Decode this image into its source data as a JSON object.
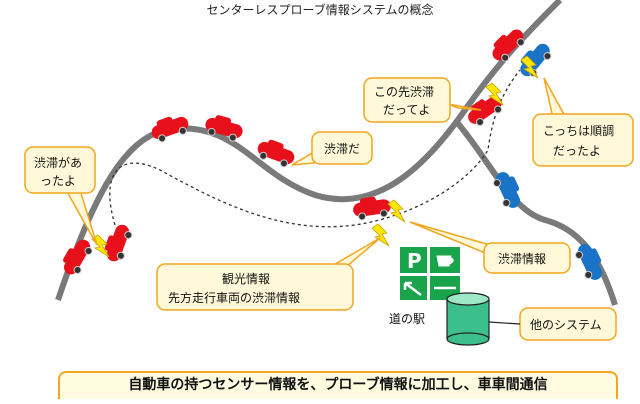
{
  "title": "センターレスプローブ情報システムの概念",
  "bubbles": {
    "jutai_atta_1": "渋滞があ",
    "jutai_atta_2": "ったよ",
    "jutai_da": "渋滞だ",
    "kono_saki_1": "この先渋滞",
    "kono_saki_2": "だってよ",
    "kocchi_1": "こっちは順調",
    "kocchi_2": "だったよ",
    "kanko_1": "観光情報",
    "kanko_2": "先方走行車両の渋滞情報",
    "jutai_joho": "渋滞情報",
    "hoka_system": "他のシステム"
  },
  "michi_no_eki": "道の駅",
  "footer": "自動車の持つセンサー情報を、プローブ情報に加工し、車車間通信",
  "colors": {
    "road": "#7a7a7a",
    "red_car": "#e8101a",
    "blue_car": "#1a73c7",
    "bubble_fill": "#fff9d9",
    "bubble_border": "#f2a51e",
    "lightning": "#ffe600",
    "sign_green": "#19a34a",
    "cylinder": "#3dbf8c"
  },
  "icons": [
    "red-car",
    "blue-car",
    "lightning-icon",
    "parking-sign",
    "cafe-cup-icon",
    "direction-arrow-icon",
    "database-cylinder"
  ]
}
